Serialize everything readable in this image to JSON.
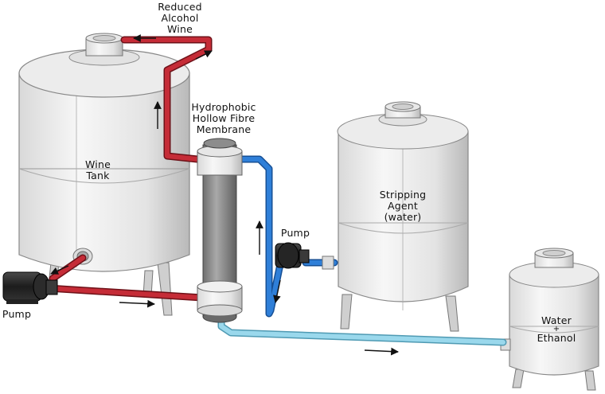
{
  "labels": {
    "reduced_alcohol_wine": [
      "Reduced",
      "Alcohol",
      "Wine"
    ],
    "wine_tank": [
      "Wine",
      "Tank"
    ],
    "membrane": [
      "Hydrophobic",
      "Hollow Fibre",
      "Membrane"
    ],
    "stripping_agent": [
      "Stripping",
      "Agent",
      "(water)"
    ],
    "pump_right": "Pump",
    "pump_left": "Pump",
    "water_ethanol": [
      "Water",
      "+",
      "Ethanol"
    ]
  },
  "colors": {
    "wine_pipe": "#b8232e",
    "strip_pipe": "#2f7fd8",
    "permeate_pipe": "#8fd0e6",
    "steel_light": "#f2f2f2",
    "steel_mid": "#cfcfcf",
    "steel_dark": "#9a9a9a",
    "membrane_body": "#8a8a8a",
    "pump_body": "#2a2a2a"
  }
}
